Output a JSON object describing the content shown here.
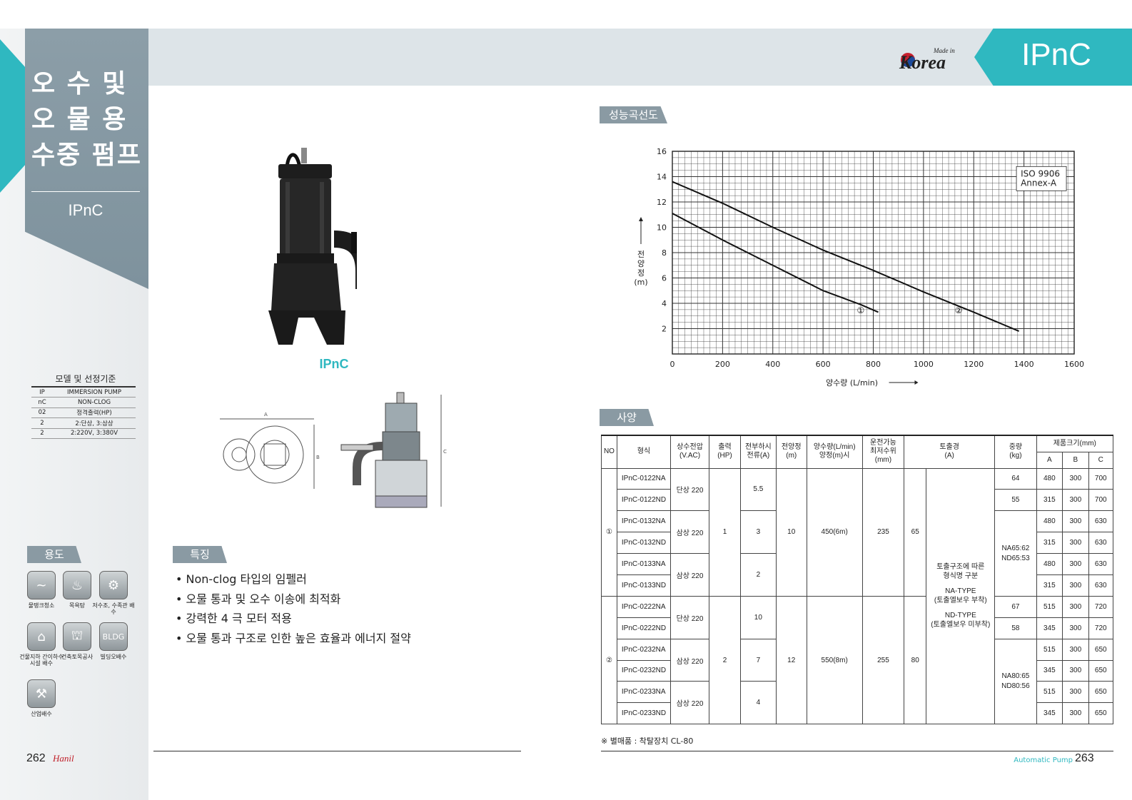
{
  "sidebar": {
    "title_lines": [
      "오 수 및",
      "오 물 용",
      "수중 펌프"
    ],
    "model": "IPnC"
  },
  "header": {
    "badge": "IPnC",
    "logo_made": "Made in",
    "logo_korea": "Korea"
  },
  "product": {
    "name": "IPnC",
    "dim_a": "A",
    "dim_b": "B",
    "dim_c": "C"
  },
  "model_index": {
    "title": "모델 및 선정기준",
    "rows": [
      [
        "IP",
        "IMMERSION PUMP"
      ],
      [
        "nC",
        "NON-CLOG"
      ],
      [
        "02",
        "정격출력(HP)"
      ],
      [
        "2",
        "2:단상, 3:삼상"
      ],
      [
        "2",
        "2:220V, 3:380V"
      ]
    ]
  },
  "usage": {
    "tab": "용도",
    "icons": [
      {
        "name": "water-tank-clean-icon",
        "label": "물탱크청소"
      },
      {
        "name": "bath-icon",
        "label": "목욕탕"
      },
      {
        "name": "reservoir-icon",
        "label": "저수조, 수족관 배수"
      },
      {
        "name": "basement-icon",
        "label": "건물지하 간이하수시설 배수"
      },
      {
        "name": "construction-icon",
        "label": "건축토목공사"
      },
      {
        "name": "building-icon",
        "label": "빌딩오배수",
        "glyph": "BLDG"
      },
      {
        "name": "factory-icon",
        "label": "산업배수"
      }
    ]
  },
  "features": {
    "tab": "특징",
    "items": [
      "Non-clog 타입의 임펠러",
      "오물 통과 및 오수 이송에 최적화",
      "강력한 4 극 모터 적용",
      "오물 통과 구조로 인한 높은 효율과 에너지 절약"
    ]
  },
  "performance": {
    "tab": "성능곡선도"
  },
  "chart_data": {
    "type": "line",
    "title": "",
    "xlabel": "양수량 (L/min)",
    "ylabel": "전양정 (m)",
    "xlim": [
      0,
      1600
    ],
    "ylim": [
      0,
      16
    ],
    "x_ticks": [
      0,
      200,
      400,
      600,
      800,
      1000,
      1200,
      1400,
      1600
    ],
    "y_ticks": [
      2,
      4,
      6,
      8,
      10,
      12,
      14,
      16
    ],
    "grid": true,
    "annotation": [
      "ISO 9906",
      "Annex-A"
    ],
    "series": [
      {
        "name": "①",
        "x": [
          0,
          200,
          400,
          600,
          750,
          820
        ],
        "y": [
          11.1,
          9.0,
          7.0,
          5.0,
          3.9,
          3.3
        ]
      },
      {
        "name": "②",
        "x": [
          0,
          200,
          400,
          600,
          800,
          1000,
          1200,
          1380
        ],
        "y": [
          13.6,
          11.9,
          10.0,
          8.2,
          6.6,
          4.9,
          3.3,
          1.8
        ]
      }
    ]
  },
  "specs": {
    "tab": "사양",
    "headers": {
      "no": "NO",
      "model": "형식",
      "phase": "상수전압\n(V.AC)",
      "output": "출력\n(HP)",
      "current": "전부하시\n전류(A)",
      "head": "전양정\n(m)",
      "flow": "양수량(L/min)\n양정(m)시",
      "level": "운전가능\n최저수위\n(mm)",
      "outlet": "토출경\n(A)",
      "weight": "중량\n(kg)",
      "size": "제품크기(mm)",
      "a": "A",
      "b": "B",
      "c": "C"
    },
    "group1": {
      "no": "①",
      "hp": "1",
      "head": "10",
      "flow": "450(6m)",
      "level": "235",
      "outlet": "65",
      "models": [
        "IPnC-0122NA",
        "IPnC-0122ND",
        "IPnC-0132NA",
        "IPnC-0132ND",
        "IPnC-0133NA",
        "IPnC-0133ND"
      ],
      "phases": [
        "단상 220",
        "삼상 220",
        "삼상 220"
      ],
      "currents": [
        "5.5",
        "3",
        "2"
      ],
      "weights": [
        "64",
        "55",
        "NA65:62\nND65:53"
      ],
      "a": [
        "480",
        "315",
        "480",
        "315",
        "480",
        "315"
      ],
      "b": [
        "300",
        "300",
        "300",
        "300",
        "300",
        "300"
      ],
      "c": [
        "700",
        "700",
        "630",
        "630",
        "630",
        "630"
      ]
    },
    "group2": {
      "no": "②",
      "hp": "2",
      "head": "12",
      "flow": "550(8m)",
      "level": "255",
      "outlet": "80",
      "models": [
        "IPnC-0222NA",
        "IPnC-0222ND",
        "IPnC-0232NA",
        "IPnC-0232ND",
        "IPnC-0233NA",
        "IPnC-0233ND"
      ],
      "phases": [
        "단상 220",
        "삼상 220",
        "삼상 220"
      ],
      "currents": [
        "10",
        "7",
        "4"
      ],
      "weights": [
        "67",
        "58",
        "NA80:65\nND80:56"
      ],
      "a": [
        "515",
        "345",
        "515",
        "345",
        "515",
        "345"
      ],
      "b": [
        "300",
        "300",
        "300",
        "300",
        "300",
        "300"
      ],
      "c": [
        "720",
        "720",
        "650",
        "650",
        "650",
        "650"
      ]
    },
    "outlet_note": [
      "토출구조에 따른",
      "형식명 구분",
      "NA-TYPE",
      "(토출엘보우 부착)",
      "ND-TYPE",
      "(토출엘보우 미부착)"
    ],
    "footnote": "※ 별매품 : 착탈장치 CL-80"
  },
  "footer": {
    "page_left": "262",
    "brand_left": "Hanil",
    "category": "Automatic Pump",
    "page_right": "263"
  }
}
